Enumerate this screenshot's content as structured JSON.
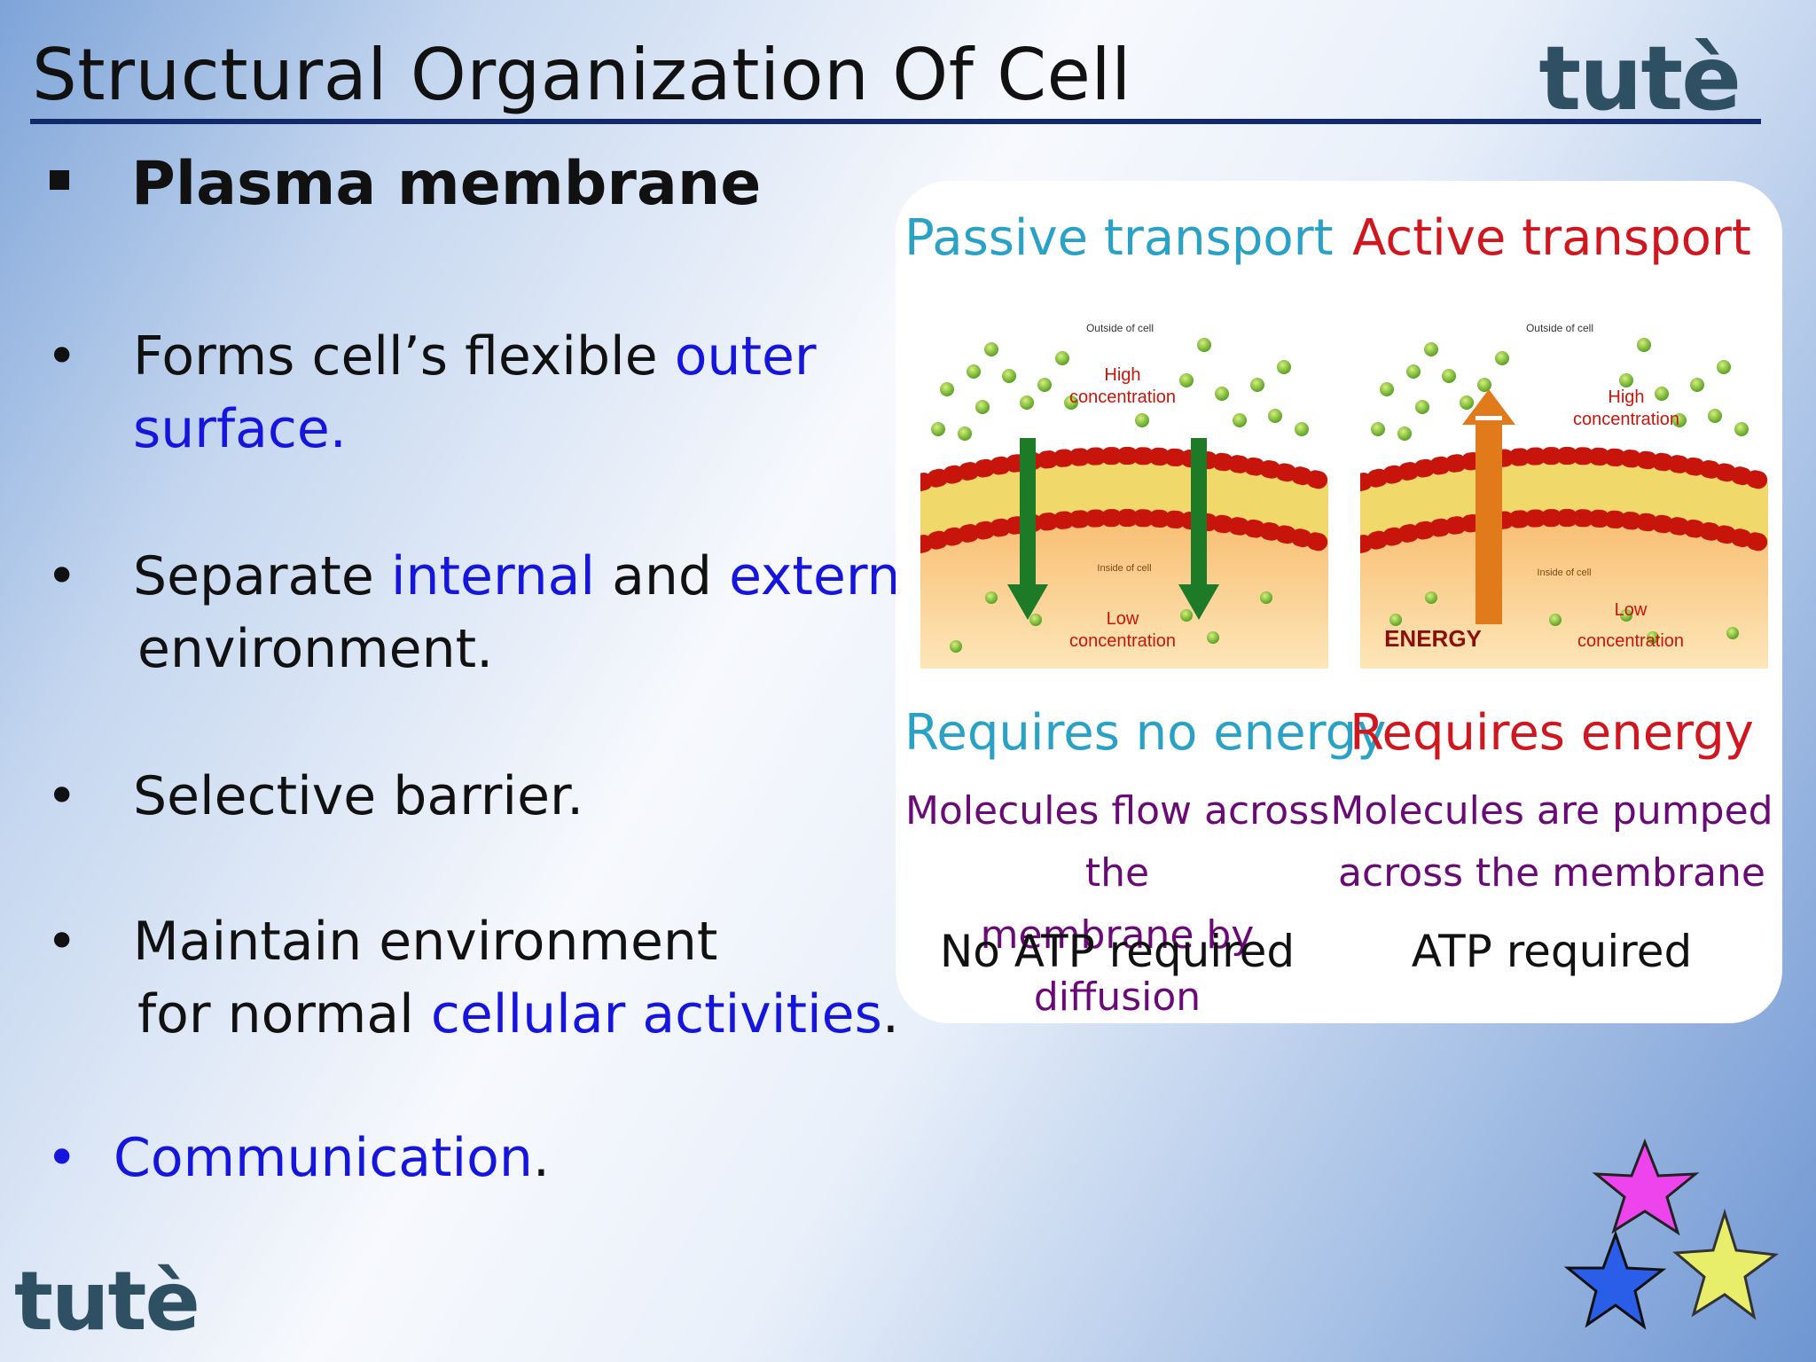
{
  "title": "Structural Organization Of Cell",
  "logo": "tutè",
  "heading": "Plasma membrane",
  "bullets": {
    "b1": {
      "pre": "Forms cell’s flexible ",
      "blue1": "outer",
      "line2": "surface."
    },
    "b2": {
      "pre": "Separate ",
      "blue1": "internal",
      "mid": " and ",
      "blue2": "external",
      "line2": "environment."
    },
    "b3": {
      "text": "Selective barrier."
    },
    "b4": {
      "line1": "Maintain environment",
      "pre": "for normal ",
      "blue": "cellular activities",
      "post": "."
    },
    "b5": {
      "blue": "Communication",
      "post": "."
    }
  },
  "bullet_chars": {
    "dot": "•"
  },
  "figure": {
    "passive": {
      "title": "Passive transport",
      "outside": "Outside of cell",
      "inside": "Inside of cell",
      "high": "High",
      "high2": "concentration",
      "low": "Low",
      "low2": "concentration",
      "sub": "Requires no energy",
      "desc1": "Molecules flow across the",
      "desc2": "membrane by diffusion",
      "atp": "No ATP required"
    },
    "active": {
      "title": "Active transport",
      "outside": "Outside of cell",
      "inside": "Inside of cell",
      "high": "High",
      "high2": "concentration",
      "low": "Low",
      "low2": "concentration",
      "energy": "ENERGY",
      "sub": "Requires energy",
      "desc1": "Molecules are pumped",
      "desc2": "across the membrane",
      "atp": "ATP required"
    }
  },
  "colors": {
    "accent_blue": "#1515dd",
    "rule": "#122a6a",
    "passive": "#2aa2c6",
    "active": "#d0161e",
    "logo": "#2f4f63"
  },
  "decorations": {
    "stars": [
      "magenta-star-icon",
      "yellow-star-icon",
      "blue-star-icon"
    ]
  }
}
